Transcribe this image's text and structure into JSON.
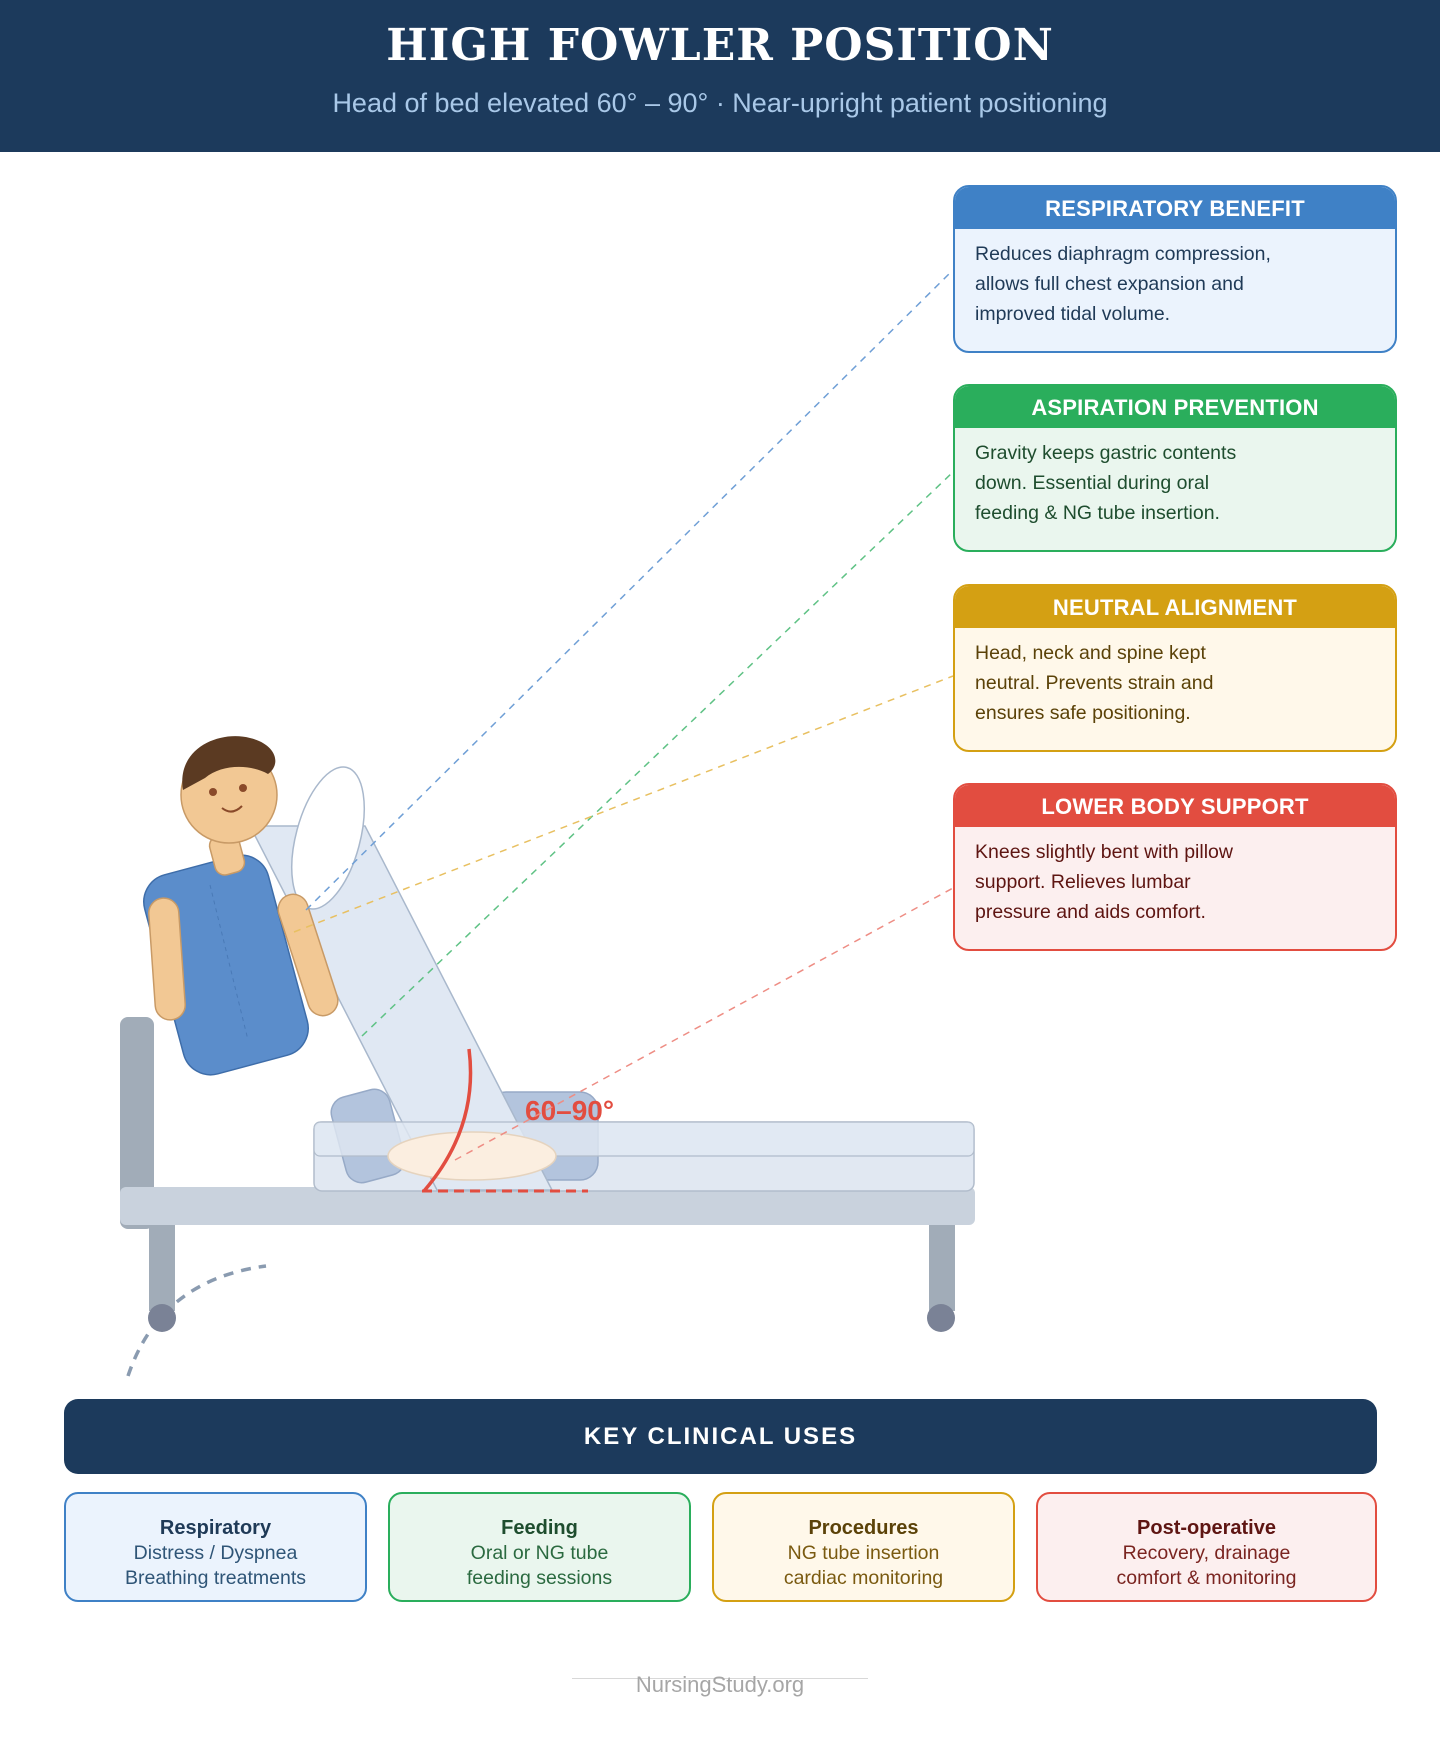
{
  "header": {
    "title": "HIGH FOWLER POSITION",
    "subtitle": "Head of bed elevated 60° – 90° · Near-upright patient positioning"
  },
  "diagram": {
    "angle_label": "60–90°"
  },
  "cards": [
    {
      "title": "RESPIRATORY BENEFIT",
      "text": [
        "Reduces diaphragm compression,",
        "allows full chest expansion and",
        "improved tidal volume."
      ],
      "color": "#3f81c6",
      "bg": "#ebf3fd",
      "textcolor": "#1f3a57"
    },
    {
      "title": "ASPIRATION PREVENTION",
      "text": [
        "Gravity keeps gastric contents",
        "down. Essential during oral",
        "feeding & NG tube insertion."
      ],
      "color": "#2aae5c",
      "bg": "#eaf6ee",
      "textcolor": "#1e4d2e"
    },
    {
      "title": "NEUTRAL ALIGNMENT",
      "text": [
        "Head, neck and spine kept",
        "neutral. Prevents strain and",
        "ensures safe positioning."
      ],
      "color": "#d4a013",
      "bg": "#fff8ea",
      "textcolor": "#5b4208"
    },
    {
      "title": "LOWER BODY SUPPORT",
      "text": [
        "Knees slightly bent with pillow",
        "support. Relieves lumbar",
        "pressure and aids comfort."
      ],
      "color": "#e24d40",
      "bg": "#fcefef",
      "textcolor": "#5e1512"
    }
  ],
  "uses": {
    "heading": "KEY CLINICAL USES",
    "items": [
      {
        "title": "Respiratory",
        "line1": "Distress / Dyspnea",
        "line2": "Breathing treatments",
        "color": "#3f81c6",
        "bg": "#ebf3fd",
        "titlecolor": "#1f3a57",
        "textcolor": "#2f5577"
      },
      {
        "title": "Feeding",
        "line1": "Oral or NG tube",
        "line2": "feeding sessions",
        "color": "#2aae5c",
        "bg": "#eaf6ee",
        "titlecolor": "#1e4d2e",
        "textcolor": "#2b6a40"
      },
      {
        "title": "Procedures",
        "line1": "NG tube insertion",
        "line2": "cardiac monitoring",
        "color": "#d4a013",
        "bg": "#fff8ea",
        "titlecolor": "#5b4208",
        "textcolor": "#7a5a10"
      },
      {
        "title": "Post-operative",
        "line1": "Recovery, drainage",
        "line2": "comfort & monitoring",
        "color": "#e24d40",
        "bg": "#fcefef",
        "titlecolor": "#5e1512",
        "textcolor": "#7a2420"
      }
    ]
  },
  "footer": "NursingStudy.org"
}
